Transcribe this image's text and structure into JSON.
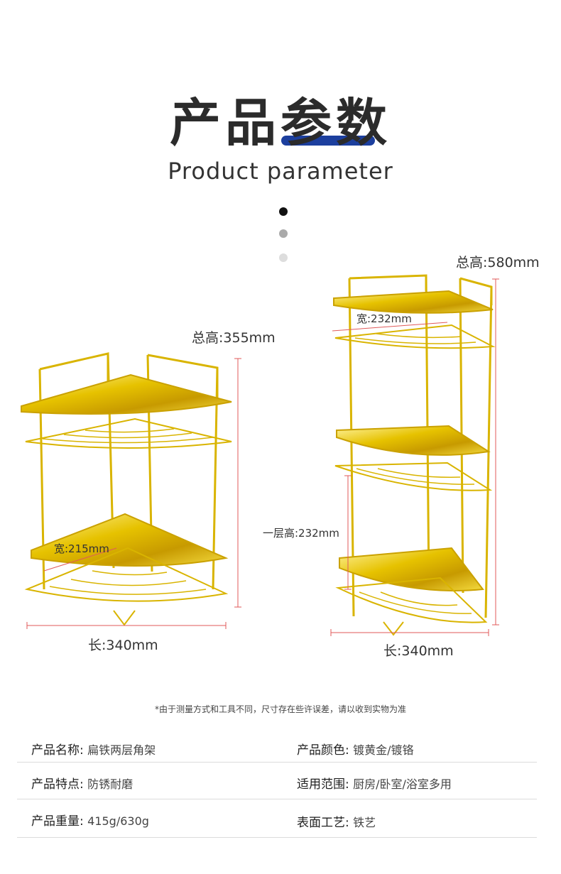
{
  "header": {
    "title_cn": "产品参数",
    "title_en": "Product parameter"
  },
  "dims_left": {
    "height": "总高:355mm",
    "width": "宽:215mm",
    "length": "长:340mm"
  },
  "dims_right": {
    "height": "总高:580mm",
    "width": "宽:232mm",
    "tier_height": "一层高:232mm",
    "length": "长:340mm"
  },
  "note": "*由于测量方式和工具不同，尺寸存在些许误差，请以收到实物为准",
  "specs": [
    {
      "label": "产品名称:",
      "value": "扁铁两层角架"
    },
    {
      "label": "产品颜色:",
      "value": "镀黄金/镀铬"
    },
    {
      "label": "产品特点:",
      "value": "防锈耐磨"
    },
    {
      "label": "适用范围:",
      "value": "厨房/卧室/浴室多用"
    },
    {
      "label": "产品重量:",
      "value": "415g/630g"
    },
    {
      "label": "表面工艺:",
      "value": "铁艺"
    }
  ],
  "colors": {
    "accent_bar": "#1c3f9e",
    "gold": "#e6c200",
    "dim_line": "#e05a5a"
  }
}
